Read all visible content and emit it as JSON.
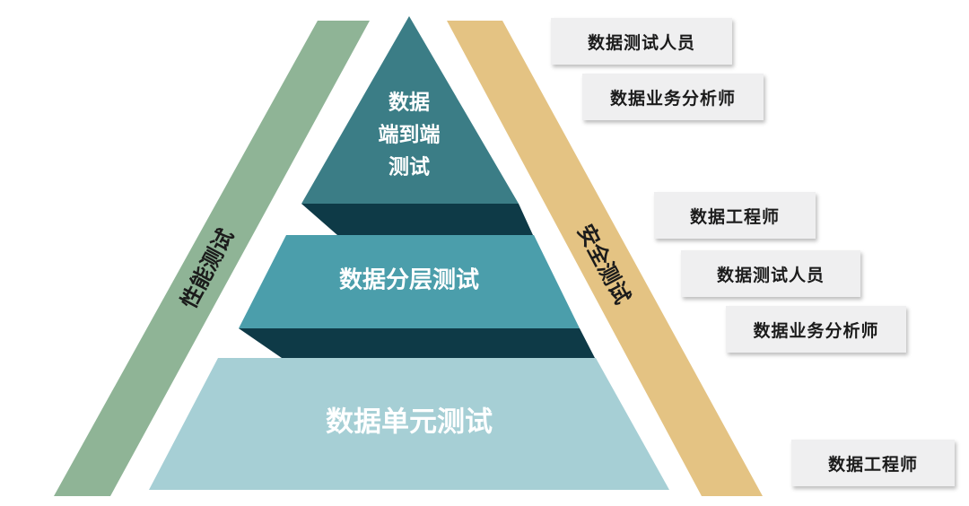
{
  "pyramid": {
    "top": {
      "lines": [
        "数据",
        "端到端",
        "测试"
      ]
    },
    "middle": {
      "label": "数据分层测试"
    },
    "bottom": {
      "label": "数据单元测试"
    }
  },
  "bands": {
    "left": {
      "label": "性能测试"
    },
    "right": {
      "label": "安全测试"
    }
  },
  "roles": [
    "数据测试人员",
    "数据业务分析师",
    "数据工程师",
    "数据测试人员",
    "数据业务分析师",
    "数据工程师"
  ],
  "colors": {
    "tier_top": "#3b7d86",
    "tier_middle": "#4b9eab",
    "tier_bottom": "#a6cfd5",
    "tier_shadow": "#0e3a47",
    "band_left": "#8fb496",
    "band_right": "#e4c383",
    "card_bg": "#efeff0"
  }
}
